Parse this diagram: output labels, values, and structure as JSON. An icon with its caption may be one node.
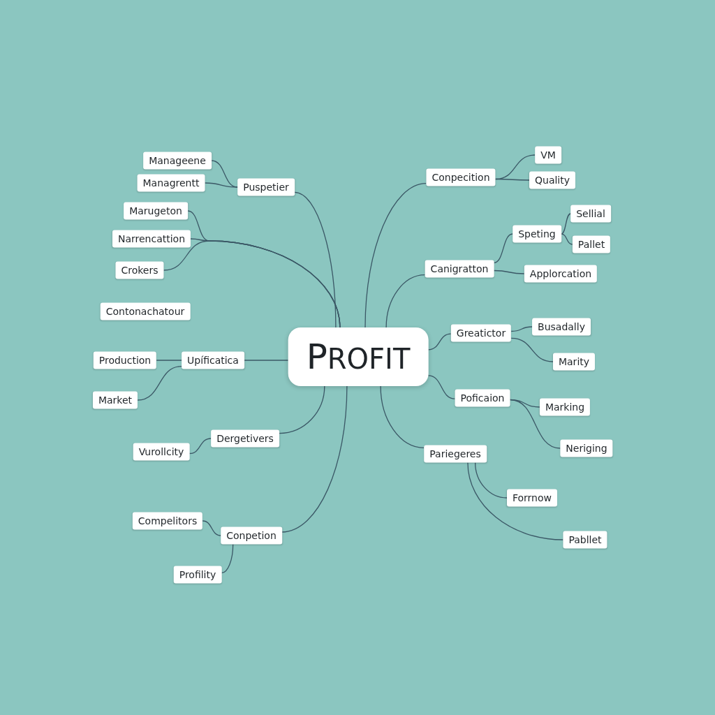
{
  "diagram": {
    "nodes": [
      {
        "text": [
          "PROFIT"
        ]
      },
      {
        "text": [
          "Manageene"
        ]
      },
      {
        "text": [
          "Managrentt"
        ]
      },
      {
        "text": [
          "Puspetier"
        ]
      },
      {
        "text": [
          "Marugeton"
        ]
      },
      {
        "text": [
          "Narrencattion"
        ]
      },
      {
        "text": [
          "Crokers"
        ]
      },
      {
        "text": [
          "Contonachatour"
        ]
      },
      {
        "text": [
          "Production"
        ]
      },
      {
        "text": [
          "Upíficatica"
        ]
      },
      {
        "text": [
          "Market"
        ]
      },
      {
        "text": [
          "Dergetivers"
        ]
      },
      {
        "text": [
          "Vurollcity"
        ]
      },
      {
        "text": [
          "Compelitors"
        ]
      },
      {
        "text": [
          "Conpetion"
        ]
      },
      {
        "text": [
          "Profility"
        ]
      },
      {
        "text": [
          "Conpecition"
        ]
      },
      {
        "text": [
          "VM"
        ]
      },
      {
        "text": [
          "Quality"
        ]
      },
      {
        "text": [
          "Speting"
        ]
      },
      {
        "text": [
          "Sellial"
        ]
      },
      {
        "text": [
          "Pallet"
        ]
      },
      {
        "text": [
          "Canigratton"
        ]
      },
      {
        "text": [
          "Applorcation"
        ]
      },
      {
        "text": [
          "Greatictor"
        ]
      },
      {
        "text": [
          "Busadally"
        ]
      },
      {
        "text": [
          "Marity"
        ]
      },
      {
        "text": [
          "Poficaion"
        ]
      },
      {
        "text": [
          "Marking"
        ]
      },
      {
        "text": [
          "Neriging"
        ]
      },
      {
        "text": [
          "Pariegeres"
        ]
      },
      {
        "text": [
          "Forrnow"
        ]
      },
      {
        "text": [
          "Pabllet"
        ]
      }
    ],
    "edges": [
      {
        "from": 0,
        "to": 3,
        "arrow": "none"
      },
      {
        "from": 3,
        "to": 1,
        "arrow": "none"
      },
      {
        "from": 3,
        "to": 2,
        "arrow": "none"
      },
      {
        "from": 0,
        "to": 4,
        "arrow": "none"
      },
      {
        "from": 0,
        "to": 5,
        "arrow": "none"
      },
      {
        "from": 0,
        "to": 6,
        "arrow": "none"
      },
      {
        "from": 0,
        "to": 9,
        "arrow": "none"
      },
      {
        "from": 9,
        "to": 8,
        "arrow": "none"
      },
      {
        "from": 9,
        "to": 10,
        "arrow": "none"
      },
      {
        "from": 0,
        "to": 11,
        "arrow": "none"
      },
      {
        "from": 11,
        "to": 12,
        "arrow": "none"
      },
      {
        "from": 0,
        "to": 14,
        "arrow": "none"
      },
      {
        "from": 14,
        "to": 13,
        "arrow": "none"
      },
      {
        "from": 14,
        "to": 15,
        "arrow": "none"
      },
      {
        "from": 0,
        "to": 16,
        "arrow": "none"
      },
      {
        "from": 16,
        "to": 17,
        "arrow": "none"
      },
      {
        "from": 16,
        "to": 18,
        "arrow": "none"
      },
      {
        "from": 0,
        "to": 22,
        "arrow": "none"
      },
      {
        "from": 22,
        "to": 19,
        "arrow": "none"
      },
      {
        "from": 19,
        "to": 20,
        "arrow": "none"
      },
      {
        "from": 19,
        "to": 21,
        "arrow": "none"
      },
      {
        "from": 22,
        "to": 23,
        "arrow": "none"
      },
      {
        "from": 0,
        "to": 24,
        "arrow": "none"
      },
      {
        "from": 24,
        "to": 25,
        "arrow": "none"
      },
      {
        "from": 24,
        "to": 26,
        "arrow": "none"
      },
      {
        "from": 0,
        "to": 27,
        "arrow": "none"
      },
      {
        "from": 27,
        "to": 28,
        "arrow": "none"
      },
      {
        "from": 27,
        "to": 29,
        "arrow": "none"
      },
      {
        "from": 0,
        "to": 30,
        "arrow": "none"
      },
      {
        "from": 30,
        "to": 31,
        "arrow": "none"
      },
      {
        "from": 30,
        "to": 32,
        "arrow": "none"
      }
    ]
  }
}
